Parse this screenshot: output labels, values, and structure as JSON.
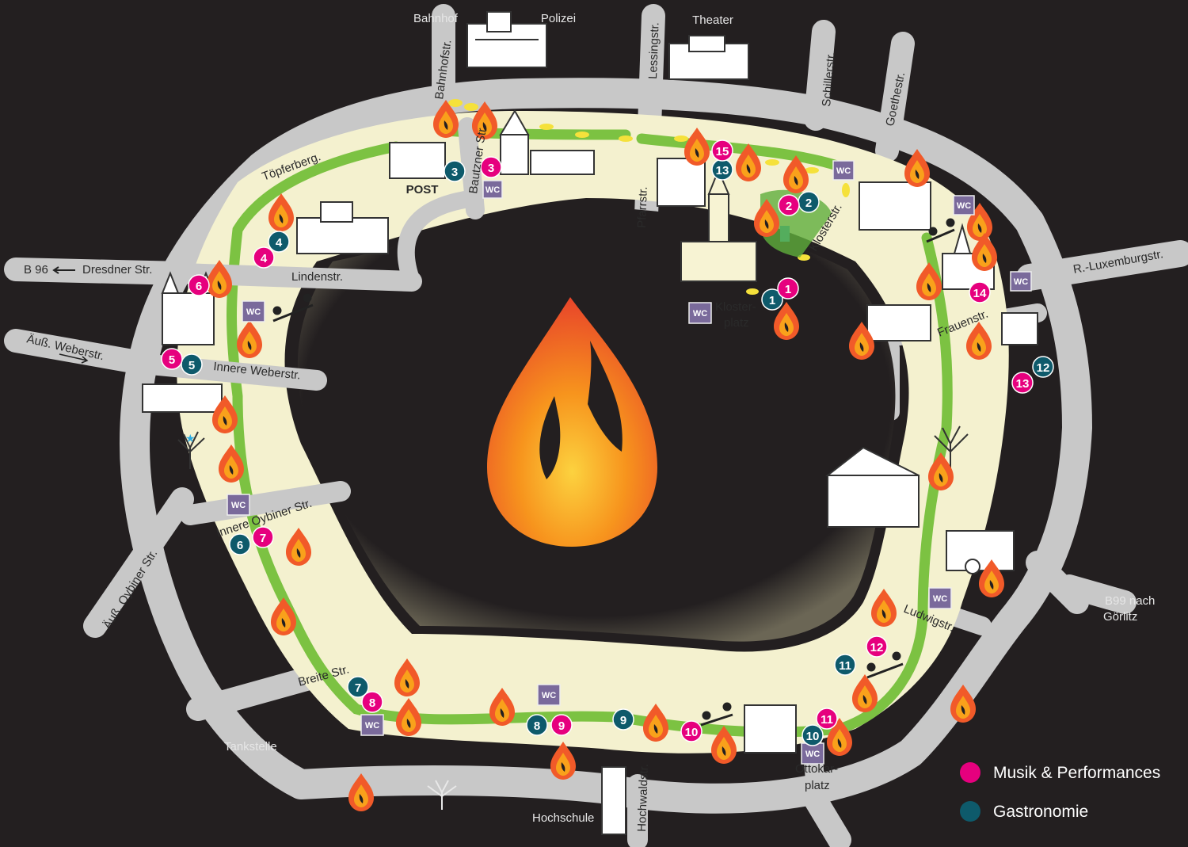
{
  "colors": {
    "background": "#231f20",
    "road": "#c8c8c8",
    "ring_area": "#f4f1cf",
    "green_path": "#7cc242",
    "musik": "#e6007e",
    "gastro": "#0e5a6b",
    "wc": "#7a6a9b",
    "flame_outer": "#f15a29",
    "flame_inner": "#f9a11b"
  },
  "icons": {
    "flame": "flame-icon",
    "wc": "wc-icon",
    "footprints": "footprints-icon",
    "playground": "seesaw-icon",
    "tree": "tree-icon",
    "building": "building-icon"
  },
  "labels": {
    "bahnhof": "Bahnhof",
    "polizei": "Polizei",
    "theater": "Theater",
    "bahnhofstr": "Bahnhofstr.",
    "lessingstr": "Lessingstr.",
    "schillerstr": "Schillerstr.",
    "goethestr": "Goethestr.",
    "toepferberg": "Töpferberg.",
    "bautzner": "Bautzner Str.",
    "post": "POST",
    "pfarrstr": "Pfarrstr.",
    "klosterstr": "Klosterstr.",
    "b96": "B 96",
    "dresdner": "Dresdner Str.",
    "lindenstr": "Lindenstr.",
    "klosterplatz": "Kloster-",
    "klosterplatz2": "platz",
    "rluxemburg": "R.-Luxemburgstr.",
    "frauenstr": "Frauenstr.",
    "aussweber": "Äuß. Weberstr.",
    "innereweber": "Innere Weberstr.",
    "innereoybiner": "Innere Oybiner Str.",
    "aussoybiner": "Äuß. Oybiner Str.",
    "b99": "B99 nach",
    "goerlitz": "Görlitz",
    "ludwigstr": "Ludwigstr.",
    "breitestr": "Breite Str.",
    "tankstelle": "Tankstelle",
    "hochschule": "Hochschule",
    "hochwaldstr": "Hochwaldstr.",
    "ottokarplatz": "Ottokar-",
    "ottokarplatz2": "platz",
    "wc": "WC"
  },
  "markers": {
    "musik": [
      "1",
      "2",
      "3",
      "4",
      "5",
      "6",
      "7",
      "8",
      "9",
      "10",
      "11",
      "12",
      "13",
      "14",
      "15"
    ],
    "gastro": [
      "1",
      "2",
      "3",
      "4",
      "5",
      "6",
      "7",
      "8",
      "9",
      "10",
      "11",
      "12",
      "13"
    ]
  },
  "legend": {
    "musik": "Musik & Performances",
    "gastro": "Gastronomie"
  }
}
